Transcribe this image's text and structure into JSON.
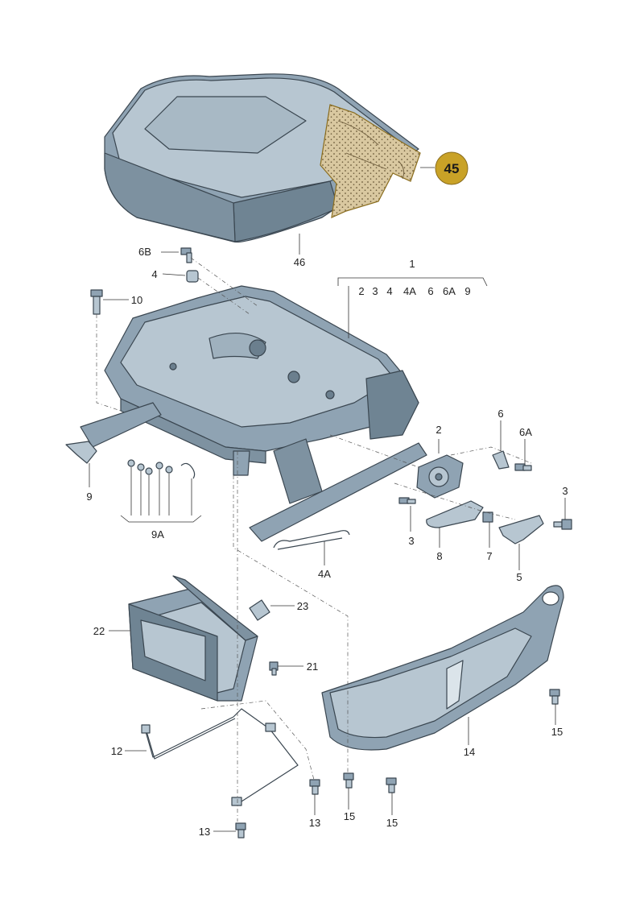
{
  "colors": {
    "part_fill": "#8fa3b3",
    "part_light": "#b7c6d1",
    "part_dark": "#5f7382",
    "highlight_fill": "#c9a227",
    "foam_fill": "#d8c9a0"
  },
  "callouts": {
    "p45": "45",
    "p46": "46",
    "p1": "1",
    "p1_sub": [
      "2",
      "3",
      "4",
      "4A",
      "6",
      "6A",
      "9"
    ],
    "p6B": "6B",
    "p4": "4",
    "p10": "10",
    "p2": "2",
    "p6": "6",
    "p6A": "6A",
    "p3a": "3",
    "p3b": "3",
    "p9": "9",
    "p9A": "9A",
    "p4A": "4A",
    "p8": "8",
    "p7": "7",
    "p5": "5",
    "p23": "23",
    "p22": "22",
    "p21": "21",
    "p12": "12",
    "p14": "14",
    "p15a": "15",
    "p15b": "15",
    "p15c": "15",
    "p13a": "13",
    "p13b": "13"
  }
}
